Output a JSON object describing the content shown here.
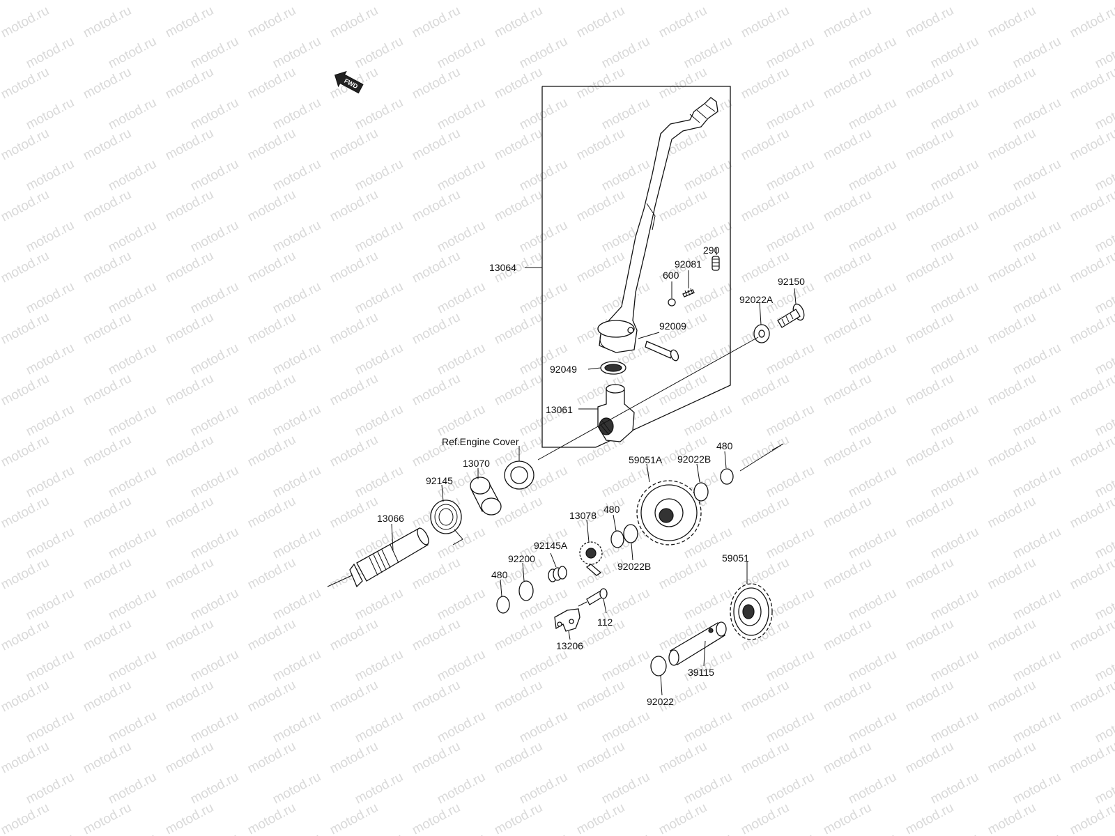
{
  "watermark": "motod.ru",
  "fwd_label": "FWD",
  "labels": {
    "p13064": "13064",
    "p290": "290",
    "p92081": "92081",
    "p600": "600",
    "p92150": "92150",
    "p92022A": "92022A",
    "p92009": "92009",
    "p92049": "92049",
    "p13061": "13061",
    "ref_engine_cover": "Ref.Engine Cover",
    "p13070": "13070",
    "p92145": "92145",
    "p13066": "13066",
    "p59051A": "59051A",
    "p92022B_top": "92022B",
    "p480_top": "480",
    "p480_mid": "480",
    "p13078": "13078",
    "p92022B_mid": "92022B",
    "p92145A": "92145A",
    "p92200": "92200",
    "p480_left": "480",
    "p112": "112",
    "p13206": "13206",
    "p59051": "59051",
    "p39115": "39115",
    "p92022": "92022"
  },
  "colors": {
    "line": "#111111",
    "watermark": "#d9d9d9",
    "background": "#ffffff"
  }
}
